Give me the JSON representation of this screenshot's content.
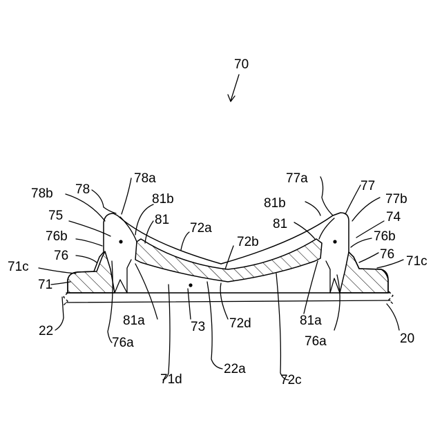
{
  "figure": {
    "labels": {
      "n70": "70",
      "n78a": "78a",
      "n77a": "77a",
      "n78b": "78b",
      "n78": "78",
      "n81b_left": "81b",
      "n77": "77",
      "n77b": "77b",
      "n81b_right": "81b",
      "n75": "75",
      "n81_left": "81",
      "n72a": "72a",
      "n81_right": "81",
      "n74": "74",
      "n76b_left": "76b",
      "n72b": "72b",
      "n76b_right": "76b",
      "n76_left": "76",
      "n76_right": "76",
      "n71c_left": "71c",
      "n71c_right": "71c",
      "n71": "71",
      "n22": "22",
      "n81a_left": "81a",
      "n73": "73",
      "n72d": "72d",
      "n81a_right": "81a",
      "n20": "20",
      "n76a_left": "76a",
      "n76a_right": "76a",
      "n22a": "22a",
      "n71d": "71d",
      "n72c": "72c"
    }
  }
}
